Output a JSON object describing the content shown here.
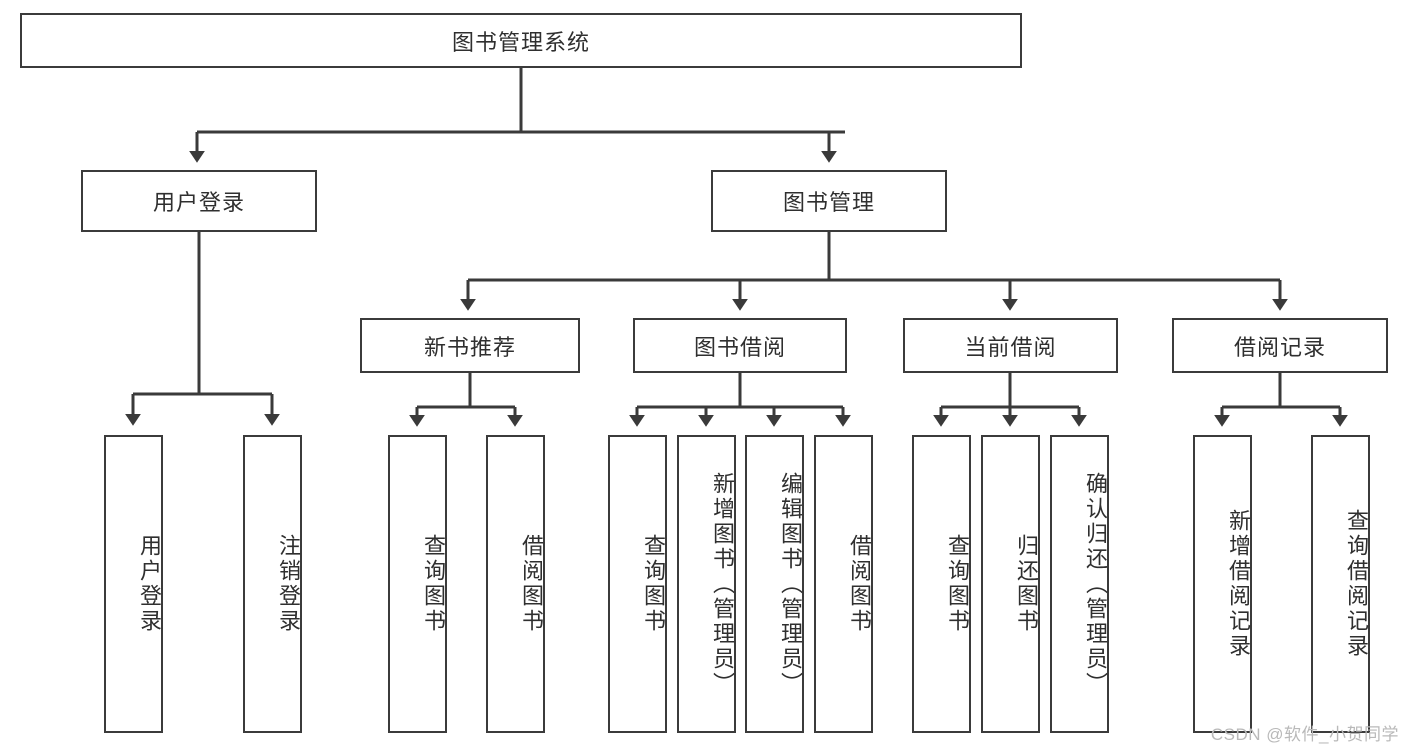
{
  "diagram": {
    "title": "图书管理系统",
    "type": "hierarchy-tree",
    "levels": 4,
    "root": {
      "label": "图书管理系统"
    },
    "level2": [
      {
        "label": "用户登录"
      },
      {
        "label": "图书管理"
      }
    ],
    "level3": [
      {
        "label": "新书推荐"
      },
      {
        "label": "图书借阅"
      },
      {
        "label": "当前借阅"
      },
      {
        "label": "借阅记录"
      }
    ],
    "leaves": [
      {
        "label": "用户登录"
      },
      {
        "label": "注销登录"
      },
      {
        "label": "查询图书"
      },
      {
        "label": "借阅图书"
      },
      {
        "label": "查询图书"
      },
      {
        "label": "新增图书（管理员）"
      },
      {
        "label": "编辑图书（管理员）"
      },
      {
        "label": "借阅图书"
      },
      {
        "label": "查询图书"
      },
      {
        "label": "归还图书"
      },
      {
        "label": "确认归还（管理员）"
      },
      {
        "label": "新增借阅记录"
      },
      {
        "label": "查询借阅记录"
      }
    ],
    "colors": {
      "box_border": "#3b3b3b",
      "box_fill": "#ffffff",
      "text": "#2f2f2f",
      "connector": "#3a3a3a",
      "watermark": "#b9b9b9"
    }
  },
  "watermark": {
    "text": "CSDN @软件_小贺同学"
  }
}
